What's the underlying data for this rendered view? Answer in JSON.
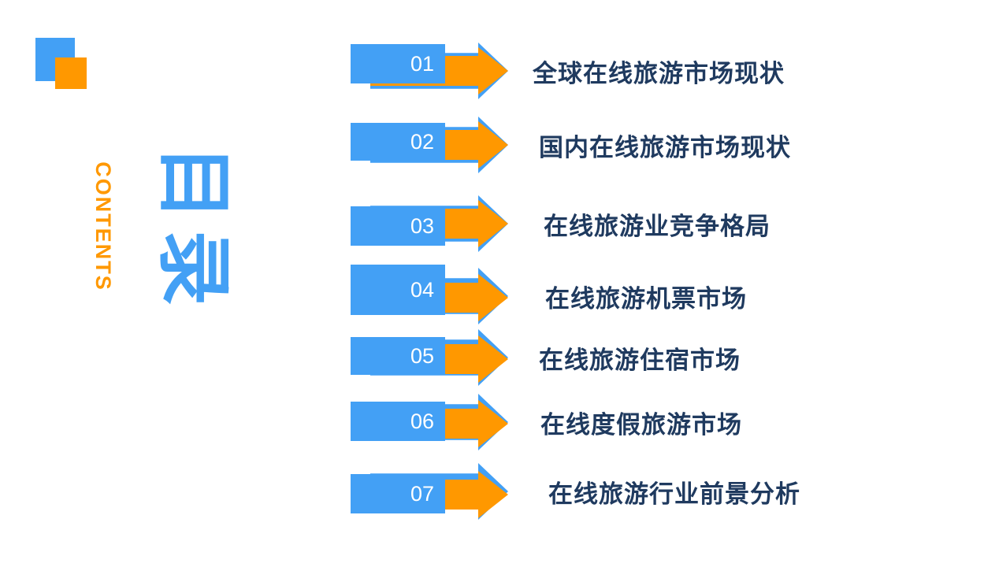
{
  "slide": {
    "background_color": "#ffffff",
    "blue": "#43A0F5",
    "orange": "#FF9800",
    "text_color": "#1F3A5F"
  },
  "logo": {
    "square_blue_color": "#43A0F5",
    "square_orange_color": "#FF9800"
  },
  "heading": {
    "english_label": "CONTENTS",
    "chinese_chars": [
      "目",
      "录"
    ],
    "chinese_full": "目录"
  },
  "items": [
    {
      "number": "01",
      "label": "全球在线旅游市场现状"
    },
    {
      "number": "02",
      "label": "国内在线旅游市场现状"
    },
    {
      "number": "03",
      "label": "在线旅游业竞争格局"
    },
    {
      "number": "04",
      "label": "在线旅游机票市场"
    },
    {
      "number": "05",
      "label": "在线旅游住宿市场"
    },
    {
      "number": "06",
      "label": "在线度假旅游市场"
    },
    {
      "number": "07",
      "label": "在线旅游行业前景分析"
    }
  ]
}
